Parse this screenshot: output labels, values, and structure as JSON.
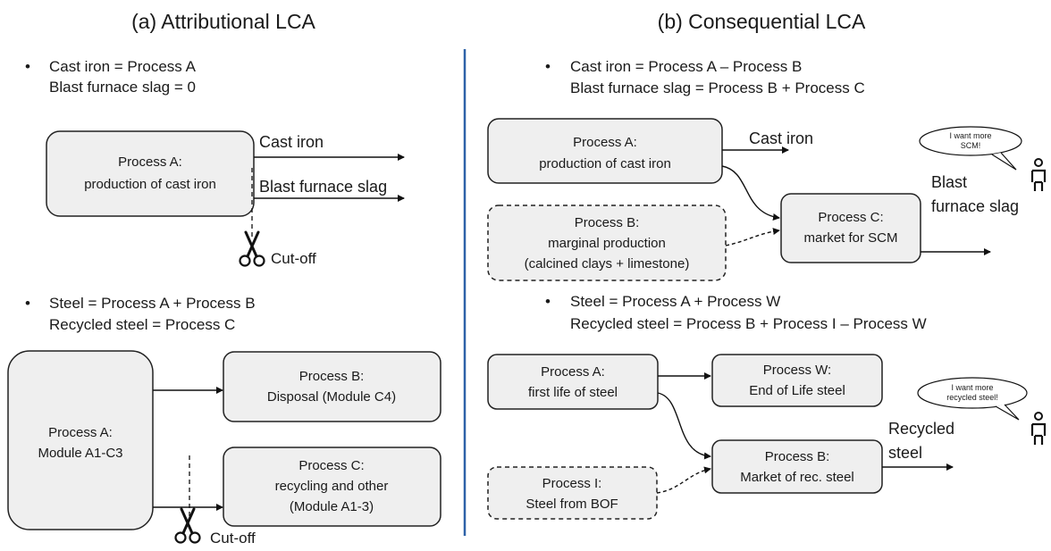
{
  "left": {
    "title": "(a) Attributional LCA",
    "bullet1": {
      "line1": "Cast iron = Process A",
      "line2": "Blast furnace slag = 0"
    },
    "boxA1": {
      "line1": "Process A:",
      "line2": "production of cast iron"
    },
    "out_cast_iron": "Cast iron",
    "out_slag": "Blast furnace slag",
    "cutoff1": "Cut-off",
    "bullet2": {
      "line1": "Steel = Process A + Process B",
      "line2": "Recycled steel = Process C"
    },
    "boxA2": {
      "line1": "Process A:",
      "line2": "Module A1-C3"
    },
    "boxB2": {
      "line1": "Process B:",
      "line2": "Disposal (Module C4)"
    },
    "boxC2": {
      "line1": "Process C:",
      "line2": "recycling and other",
      "line3": "(Module A1-3)"
    },
    "cutoff2": "Cut-off"
  },
  "right": {
    "title": "(b) Consequential LCA",
    "bullet1": {
      "line1": "Cast iron = Process A – Process B",
      "line2": "Blast furnace slag = Process B + Process C"
    },
    "boxA1": {
      "line1": "Process A:",
      "line2": "production of cast iron"
    },
    "out_cast_iron": "Cast iron",
    "boxB1": {
      "line1": "Process B:",
      "line2": "marginal production",
      "line3": "(calcined clays + limestone)"
    },
    "boxC1": {
      "line1": "Process C:",
      "line2": "market for SCM"
    },
    "out_slag": {
      "line1": "Blast",
      "line2": "furnace slag"
    },
    "bubble1": {
      "line1": "I want more",
      "line2": "SCM!"
    },
    "bullet2": {
      "line1": "Steel = Process A + Process W",
      "line2": "Recycled steel = Process B + Process I – Process W"
    },
    "boxA2": {
      "line1": "Process A:",
      "line2": "first life of steel"
    },
    "boxW2": {
      "line1": "Process W:",
      "line2": "End of Life  steel"
    },
    "boxI2": {
      "line1": "Process I:",
      "line2": "Steel from BOF"
    },
    "boxB2": {
      "line1": "Process B:",
      "line2": "Market of rec. steel"
    },
    "out_recycled": {
      "line1": "Recycled",
      "line2": "steel"
    },
    "bubble2": {
      "line1": "I want more",
      "line2": "recycled steel!"
    }
  },
  "colors": {
    "divider": "#2e62a8",
    "box_fill": "#efefef"
  },
  "icons": [
    "scissors-icon",
    "person-icon"
  ]
}
